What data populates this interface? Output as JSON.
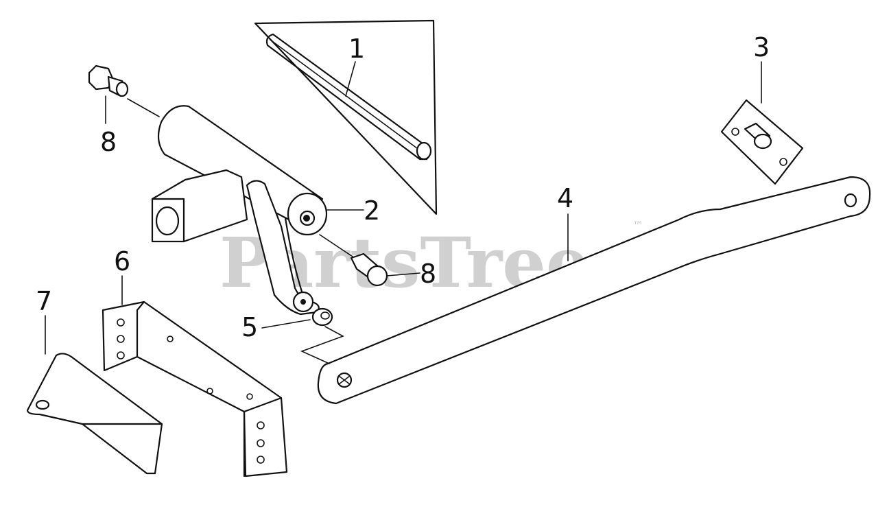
{
  "watermark": {
    "text": "PartsTree",
    "trademark": "™",
    "color": "#c8c8c8"
  },
  "callouts": [
    {
      "id": "callout-1",
      "text": "1"
    },
    {
      "id": "callout-2",
      "text": "2"
    },
    {
      "id": "callout-3",
      "text": "3"
    },
    {
      "id": "callout-4",
      "text": "4"
    },
    {
      "id": "callout-5",
      "text": "5"
    },
    {
      "id": "callout-6",
      "text": "6"
    },
    {
      "id": "callout-7",
      "text": "7"
    },
    {
      "id": "callout-8a",
      "text": "8"
    },
    {
      "id": "callout-8b",
      "text": "8"
    }
  ]
}
